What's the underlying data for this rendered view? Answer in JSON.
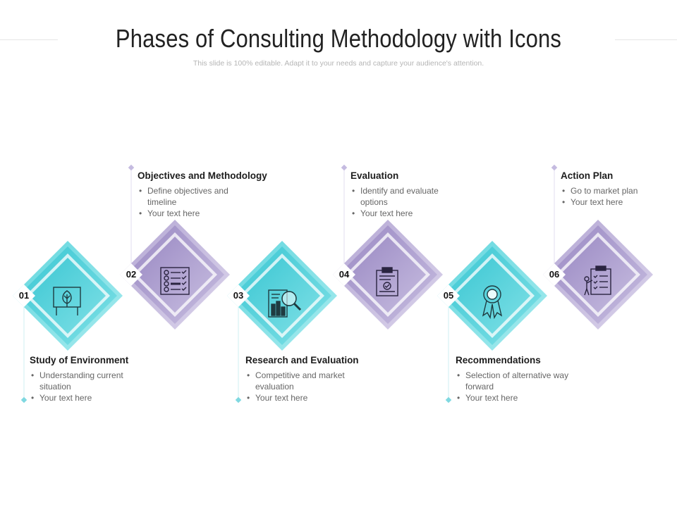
{
  "header": {
    "title": "Phases of Consulting Methodology with Icons",
    "subtitle": "This slide is 100% editable. Adapt it to your needs and capture your audience's attention."
  },
  "colors": {
    "teal": "#4ccfd9",
    "purple": "#a394c9"
  },
  "phases": [
    {
      "number": "01",
      "title": "Study of Environment",
      "bullets": [
        "Understanding current situation",
        "Your text here"
      ],
      "icon": "tree-board-icon",
      "color": "teal"
    },
    {
      "number": "02",
      "title": "Objectives and Methodology",
      "bullets": [
        "Define objectives and timeline",
        "Your text here"
      ],
      "icon": "checklist-icon",
      "color": "purple"
    },
    {
      "number": "03",
      "title": "Research and Evaluation",
      "bullets": [
        "Competitive and market evaluation",
        "Your text here"
      ],
      "icon": "magnifier-chart-icon",
      "color": "teal"
    },
    {
      "number": "04",
      "title": "Evaluation",
      "bullets": [
        "Identify and evaluate options",
        "Your text here"
      ],
      "icon": "clipboard-check-icon",
      "color": "purple"
    },
    {
      "number": "05",
      "title": "Recommendations",
      "bullets": [
        "Selection of alternative way forward",
        "Your text here"
      ],
      "icon": "award-ribbon-icon",
      "color": "teal"
    },
    {
      "number": "06",
      "title": "Action Plan",
      "bullets": [
        "Go to market plan",
        "Your text here"
      ],
      "icon": "person-clipboard-icon",
      "color": "purple"
    }
  ]
}
